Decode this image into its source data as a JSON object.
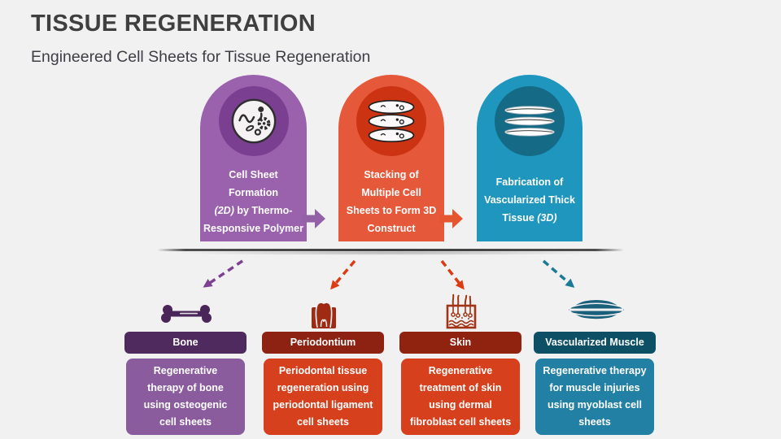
{
  "slide": {
    "title": "TISSUE REGENERATION",
    "subtitle": "Engineered Cell Sheets for Tissue Regeneration"
  },
  "colors": {
    "background": "#F1F1F2",
    "title_text": "#3F3F3F",
    "subtitle_text": "#3E3E45",
    "separator_line": "#4A4A4A",
    "block_arrow_purple": "#9361A6",
    "block_arrow_orange": "#E5552F",
    "dashed_arrow_purple": "#7C4191",
    "dashed_arrow_red": "#DC3B14",
    "dashed_arrow_teal": "#1B7A96",
    "bone_icon": "#4A2558",
    "tooth_icon": "#9E2B12",
    "skin_icon": "#A03415",
    "muscle_icon": "#1A607B"
  },
  "steps": [
    {
      "icon": "petri-dish-cells-icon",
      "color": "#9A62AC",
      "circle_color": "#7B3F92",
      "lines": [
        {
          "b": "Cell Sheet Formation",
          "i": "",
          "a": ""
        },
        {
          "b": "",
          "i": "(2D)",
          "a": " by Thermo-"
        },
        {
          "b": "Responsive Polymer",
          "i": "",
          "a": ""
        }
      ]
    },
    {
      "icon": "stacked-cell-sheets-icon",
      "color": "#E5583A",
      "circle_color": "#CB3312",
      "lines": [
        {
          "b": "Stacking of",
          "i": "",
          "a": ""
        },
        {
          "b": "Multiple Cell",
          "i": "",
          "a": ""
        },
        {
          "b": "Sheets to Form 3D",
          "i": "",
          "a": ""
        },
        {
          "b": "Construct",
          "i": "",
          "a": ""
        }
      ]
    },
    {
      "icon": "vascularized-thick-tissue-icon",
      "color": "#1E96BE",
      "circle_color": "#156A86",
      "lines": [
        {
          "b": "Fabrication of",
          "i": "",
          "a": ""
        },
        {
          "b": "Vascularized Thick",
          "i": "",
          "a": ""
        },
        {
          "b": "Tissue ",
          "i": "(3D)",
          "a": ""
        }
      ]
    }
  ],
  "organs": [
    {
      "name": "Bone",
      "description": "Regenerative therapy of bone using osteogenic cell sheets",
      "header_color": "#4F2A5E",
      "body_color": "#8A5C9E",
      "icon": "bone-icon"
    },
    {
      "name": "Periodontium",
      "description": "Periodontal tissue regeneration using periodontal ligament cell sheets",
      "header_color": "#8D2112",
      "body_color": "#D7401C",
      "icon": "tooth-icon"
    },
    {
      "name": "Skin",
      "description": "Regenerative treatment of skin using dermal fibroblast cell sheets",
      "header_color": "#902310",
      "body_color": "#D7401C",
      "icon": "skin-icon"
    },
    {
      "name": "Vascularized Muscle",
      "description": "Regenerative therapy for muscle injuries using myoblast cell sheets",
      "header_color": "#0D5065",
      "body_color": "#2380A5",
      "icon": "muscle-icon"
    }
  ]
}
